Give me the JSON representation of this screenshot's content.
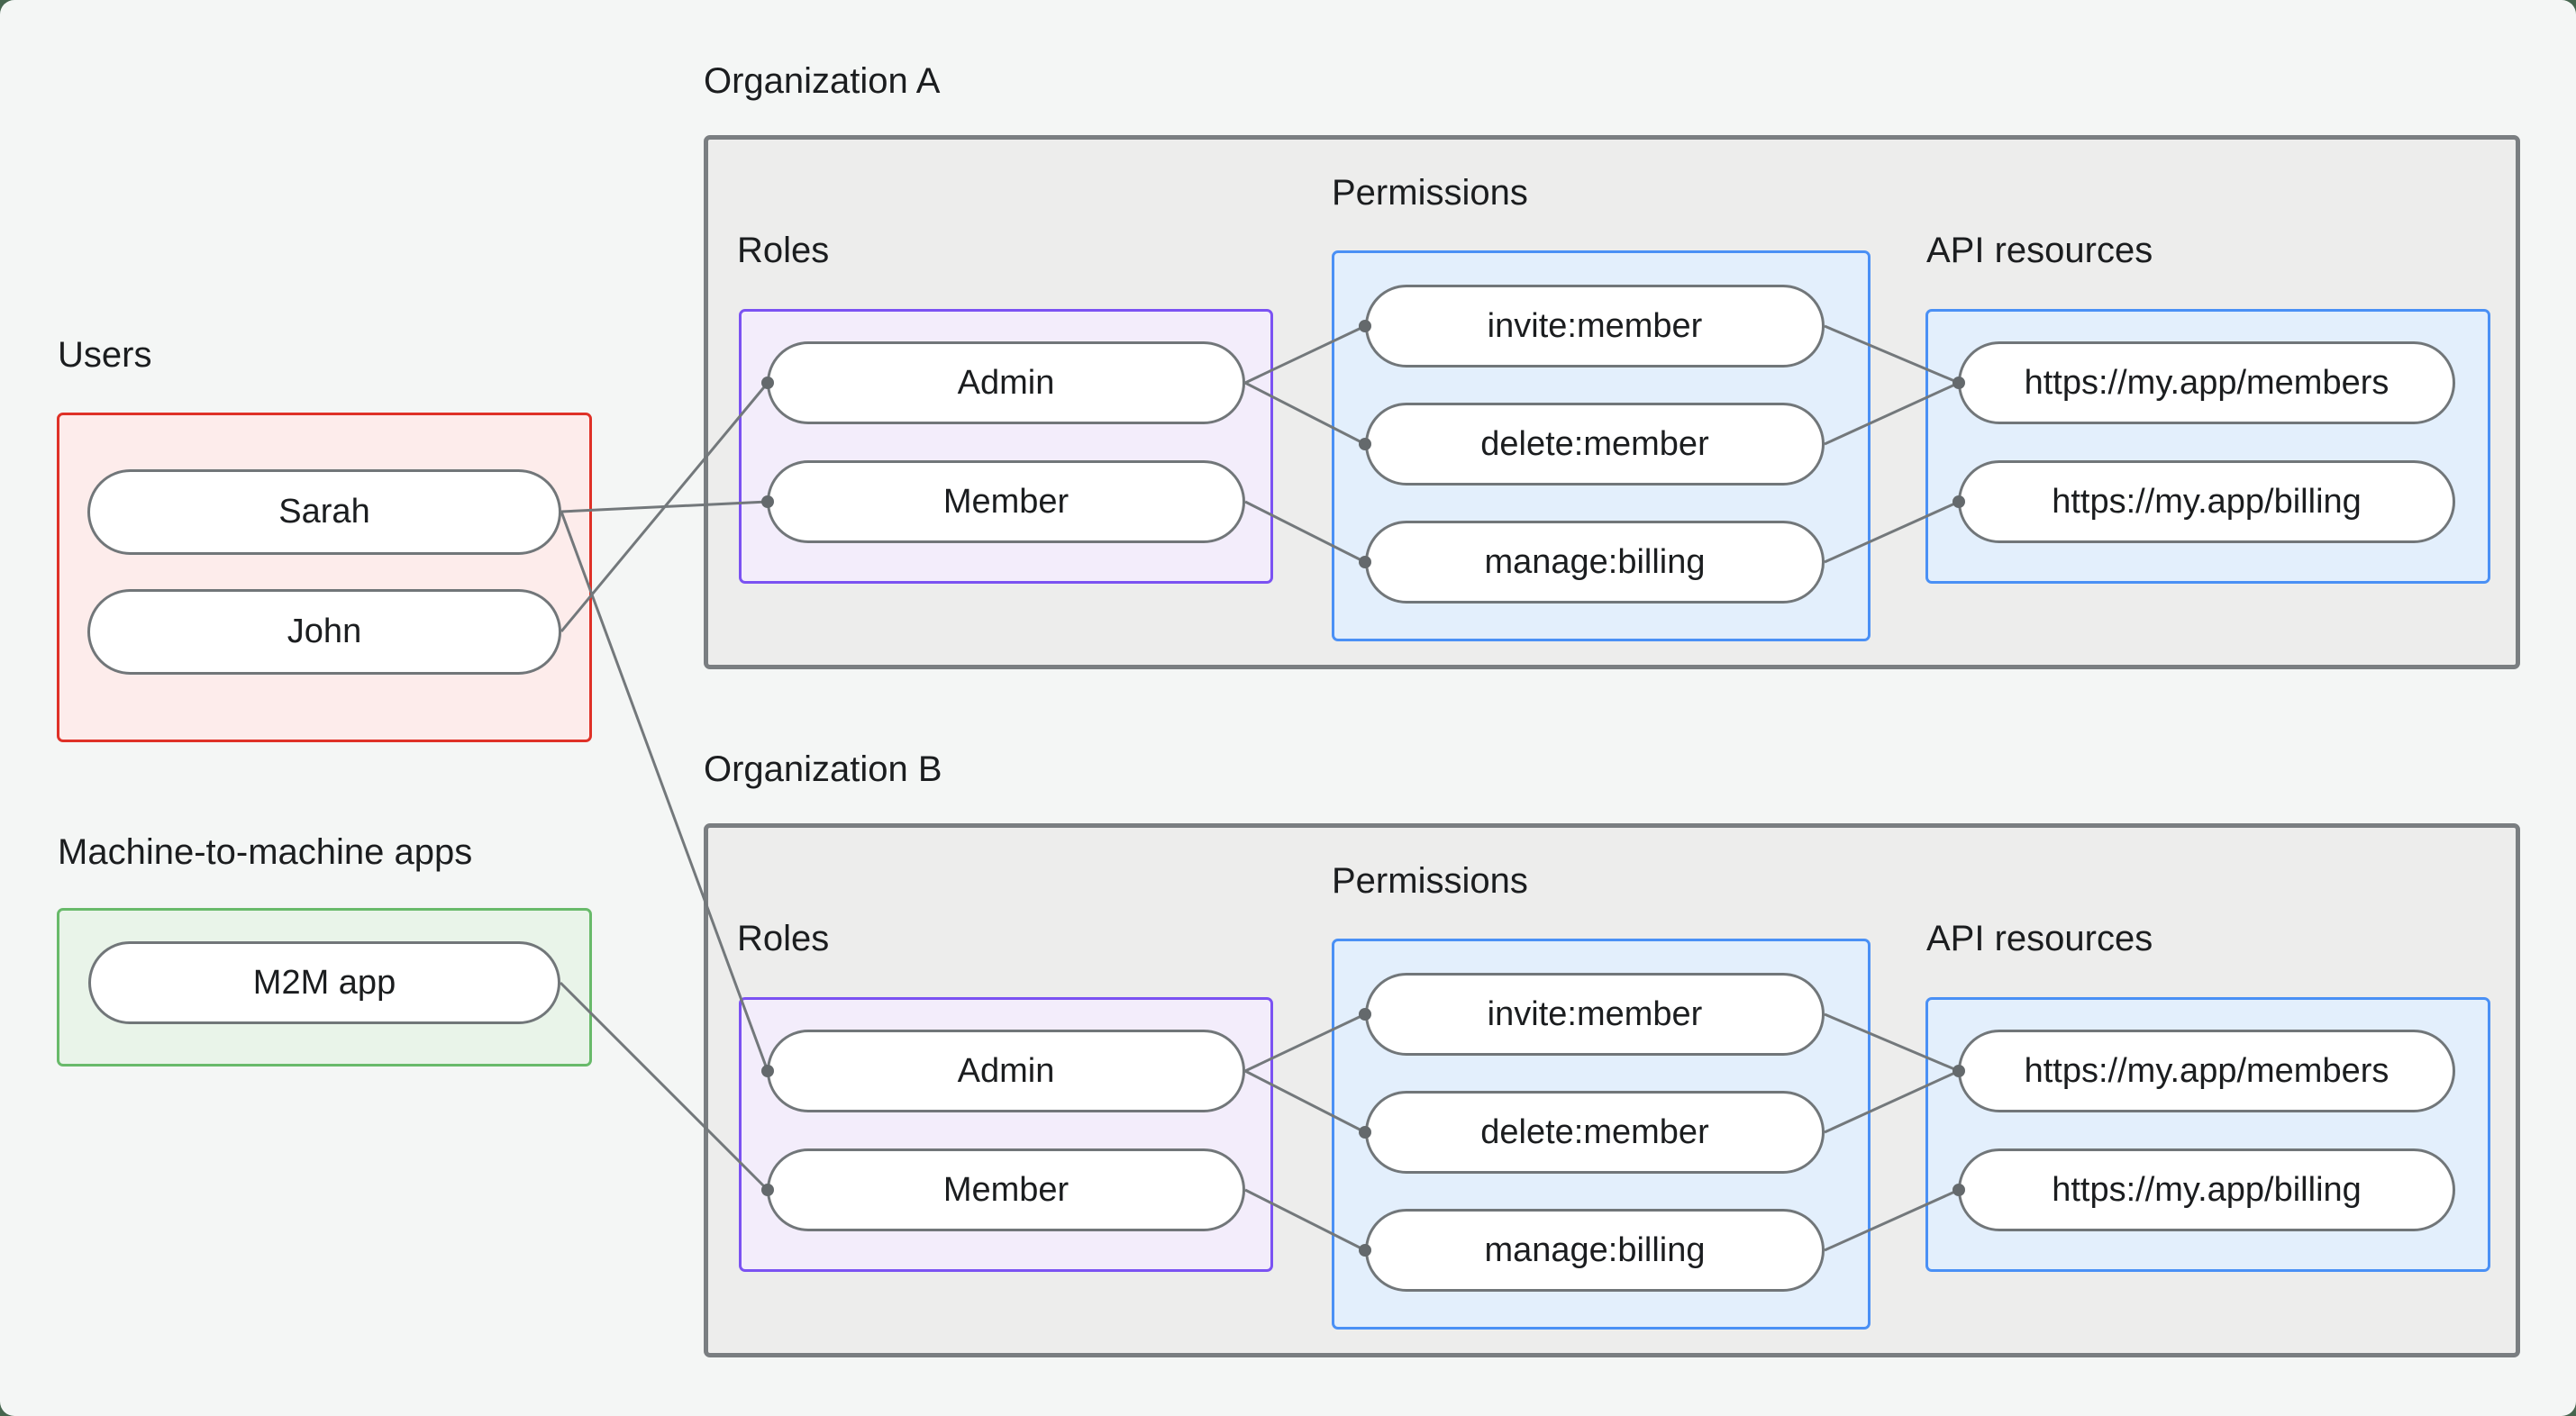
{
  "users": {
    "label": "Users",
    "items": [
      "Sarah",
      "John"
    ]
  },
  "m2m": {
    "label": "Machine-to-machine apps",
    "items": [
      "M2M app"
    ]
  },
  "orgs": [
    {
      "label": "Organization A",
      "roles_label": "Roles",
      "permissions_label": "Permissions",
      "api_label": "API resources",
      "roles": [
        "Admin",
        "Member"
      ],
      "permissions": [
        "invite:member",
        "delete:member",
        "manage:billing"
      ],
      "api_resources": [
        "https://my.app/members",
        "https://my.app/billing"
      ]
    },
    {
      "label": "Organization B",
      "roles_label": "Roles",
      "permissions_label": "Permissions",
      "api_label": "API resources",
      "roles": [
        "Admin",
        "Member"
      ],
      "permissions": [
        "invite:member",
        "delete:member",
        "manage:billing"
      ],
      "api_resources": [
        "https://my.app/members",
        "https://my.app/billing"
      ]
    }
  ],
  "connections": [
    {
      "from": "Sarah",
      "to": "Organization A / Member"
    },
    {
      "from": "John",
      "to": "Organization A / Admin"
    },
    {
      "from": "Sarah",
      "to": "Organization B / Admin"
    },
    {
      "from": "M2M app",
      "to": "Organization B / Member"
    },
    {
      "from": "Organization A / Admin",
      "to": "Organization A / invite:member"
    },
    {
      "from": "Organization A / Admin",
      "to": "Organization A / delete:member"
    },
    {
      "from": "Organization A / Member",
      "to": "Organization A / manage:billing"
    },
    {
      "from": "Organization A / invite:member",
      "to": "Organization A / https://my.app/members"
    },
    {
      "from": "Organization A / delete:member",
      "to": "Organization A / https://my.app/members"
    },
    {
      "from": "Organization A / manage:billing",
      "to": "Organization A / https://my.app/billing"
    },
    {
      "from": "Organization B / Admin",
      "to": "Organization B / invite:member"
    },
    {
      "from": "Organization B / Admin",
      "to": "Organization B / delete:member"
    },
    {
      "from": "Organization B / Member",
      "to": "Organization B / manage:billing"
    },
    {
      "from": "Organization B / invite:member",
      "to": "Organization B / https://my.app/members"
    },
    {
      "from": "Organization B / delete:member",
      "to": "Organization B / https://my.app/members"
    },
    {
      "from": "Organization B / manage:billing",
      "to": "Organization B / https://my.app/billing"
    }
  ],
  "colors": {
    "page_bg": "#f4f6f5",
    "backdrop": "#46654e",
    "text": "#1b1d1f",
    "org_fill": "#ededec",
    "org_border": "#7a7e81",
    "users_fill": "#fdeceb",
    "users_border": "#df3127",
    "m2m_fill": "#e9f4e9",
    "m2m_border": "#68ba6a",
    "roles_fill": "#f3edfb",
    "roles_border": "#7b52f2",
    "perm_fill": "#e3effc",
    "perm_border": "#4a90f5",
    "pill_border": "#717679",
    "line": "#73787b",
    "dot": "#64696c"
  }
}
